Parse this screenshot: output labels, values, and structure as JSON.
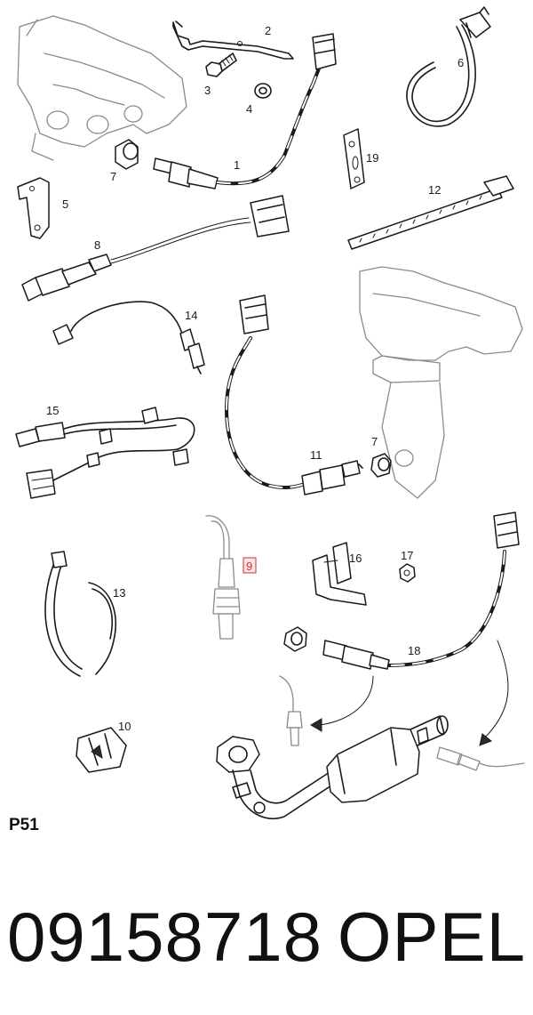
{
  "page_code": "P51",
  "part_number": "09158718",
  "brand": "OPEL",
  "highlight_color": "#c0392b",
  "labels": {
    "l1": "1",
    "l2": "2",
    "l3": "3",
    "l4": "4",
    "l5": "5",
    "l6": "6",
    "l7a": "7",
    "l8": "8",
    "l9": "9",
    "l10": "10",
    "l11": "11",
    "l7b": "7",
    "l12": "12",
    "l13": "13",
    "l14": "14",
    "l15": "15",
    "l16": "16",
    "l17": "17",
    "l18": "18",
    "l19": "19"
  }
}
